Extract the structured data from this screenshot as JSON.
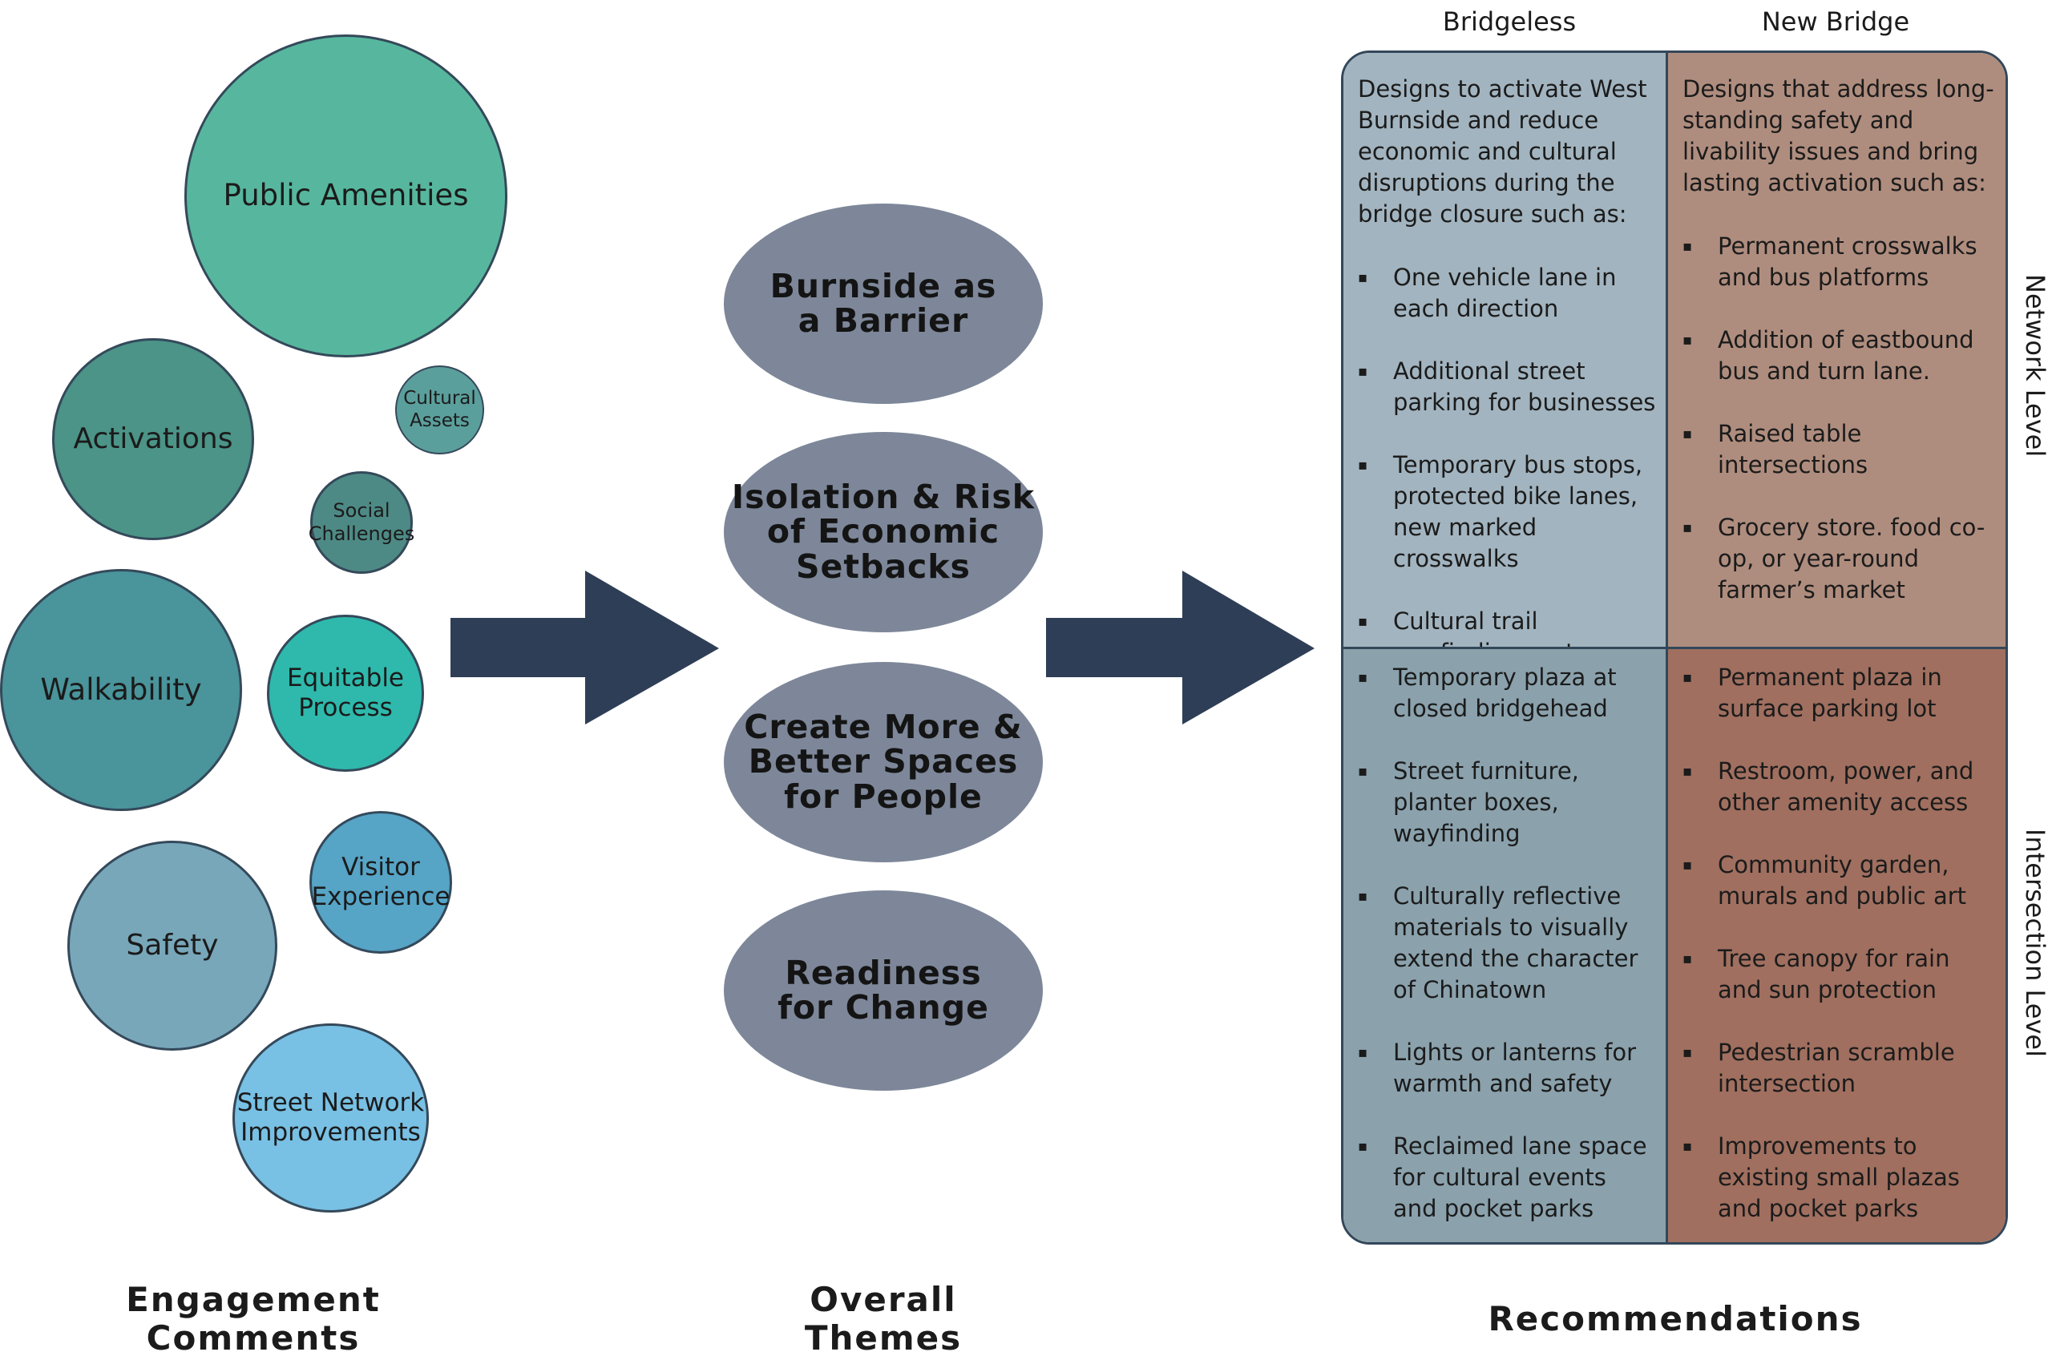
{
  "engagement": {
    "heading": "Engagement\nComments",
    "bubbles": [
      {
        "label": "Public Amenities",
        "color": "#57b79e"
      },
      {
        "label": "Activations",
        "color": "#4b9487"
      },
      {
        "label": "Cultural\nAssets",
        "color": "#5b9f9c"
      },
      {
        "label": "Social\nChallenges",
        "color": "#4e8a85"
      },
      {
        "label": "Walkability",
        "color": "#4a949b"
      },
      {
        "label": "Equitable\nProcess",
        "color": "#2eb9ac"
      },
      {
        "label": "Visitor\nExperience",
        "color": "#56a4c6"
      },
      {
        "label": "Safety",
        "color": "#78a7ba"
      },
      {
        "label": "Street Network\nImprovements",
        "color": "#78c0e4"
      }
    ]
  },
  "themes": {
    "heading": "Overall\nThemes",
    "items": [
      "Burnside as\na Barrier",
      "Isolation & Risk\nof Economic\nSetbacks",
      "Create More &\nBetter Spaces\nfor People",
      "Readiness\nfor Change"
    ]
  },
  "recommendations": {
    "heading": "Recommendations",
    "columns": [
      "Bridgeless",
      "New Bridge"
    ],
    "rows": [
      "Network Level",
      "Intersection Level"
    ],
    "bridgeless_network": {
      "intro": "Designs to activate West Burnside and reduce economic and cultural disruptions during the bridge closure such as:",
      "items": [
        "One vehicle lane in each direction",
        "Additional street parking for businesses",
        "Temporary bus stops, protected bike lanes, new marked crosswalks",
        "Cultural trail wayfinding system"
      ]
    },
    "newbridge_network": {
      "intro": "Designs that address long-standing safety and livability issues and bring lasting activation such as:",
      "items": [
        "Permanent crosswalks and bus platforms",
        "Addition of eastbound bus and turn lane.",
        "Raised table intersections",
        "Grocery store. food co-op, or year-round farmer’s market"
      ]
    },
    "bridgeless_intersection": {
      "items": [
        "Temporary plaza  at closed bridgehead",
        "Street furniture, planter boxes, wayfinding",
        "Culturally reflective materials to visually extend the character of Chinatown",
        "Lights or lanterns for warmth and safety",
        "Reclaimed lane space for cultural events and pocket parks"
      ]
    },
    "newbridge_intersection": {
      "items": [
        "Permanent plaza in surface parking lot",
        "Restroom, power, and other amenity access",
        "Community garden, murals and public art",
        "Tree canopy for rain and sun protection",
        "Pedestrian scramble intersection",
        "Improvements to existing small plazas and pocket parks"
      ]
    }
  },
  "colors": {
    "arrow": "#2e3e56",
    "theme_ellipse": "#7d8799"
  }
}
